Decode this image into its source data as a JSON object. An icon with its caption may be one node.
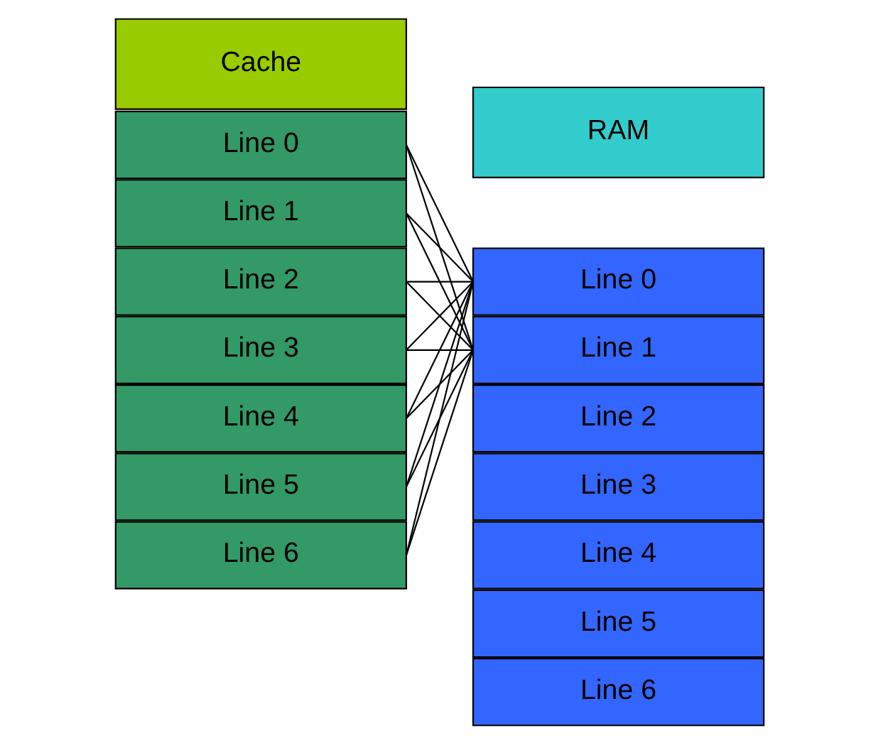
{
  "diagram": {
    "nodes": [
      {
        "text": [
          "Cache"
        ]
      },
      {
        "text": [
          "RAM"
        ]
      },
      {
        "text": [
          "Line 0"
        ]
      },
      {
        "text": [
          "Line 1"
        ]
      },
      {
        "text": [
          "Line 2"
        ]
      },
      {
        "text": [
          "Line 3"
        ]
      },
      {
        "text": [
          "Line 4"
        ]
      },
      {
        "text": [
          "Line 5"
        ]
      },
      {
        "text": [
          "Line 6"
        ]
      },
      {
        "text": [
          "Line 0"
        ]
      },
      {
        "text": [
          "Line 1"
        ]
      },
      {
        "text": [
          "Line 2"
        ]
      },
      {
        "text": [
          "Line 3"
        ]
      },
      {
        "text": [
          "Line 4"
        ]
      },
      {
        "text": [
          "Line 5"
        ]
      },
      {
        "text": [
          "Line 6"
        ]
      }
    ],
    "edges": [
      {
        "from": 2,
        "to": 9,
        "arrow": "none"
      },
      {
        "from": 2,
        "to": 10,
        "arrow": "none"
      },
      {
        "from": 3,
        "to": 9,
        "arrow": "none"
      },
      {
        "from": 3,
        "to": 10,
        "arrow": "none"
      },
      {
        "from": 4,
        "to": 9,
        "arrow": "none"
      },
      {
        "from": 4,
        "to": 10,
        "arrow": "none"
      },
      {
        "from": 5,
        "to": 9,
        "arrow": "none"
      },
      {
        "from": 5,
        "to": 10,
        "arrow": "none"
      },
      {
        "from": 6,
        "to": 9,
        "arrow": "none"
      },
      {
        "from": 6,
        "to": 10,
        "arrow": "none"
      },
      {
        "from": 7,
        "to": 9,
        "arrow": "none"
      },
      {
        "from": 7,
        "to": 10,
        "arrow": "none"
      },
      {
        "from": 8,
        "to": 9,
        "arrow": "none"
      },
      {
        "from": 8,
        "to": 10,
        "arrow": "none"
      }
    ]
  }
}
